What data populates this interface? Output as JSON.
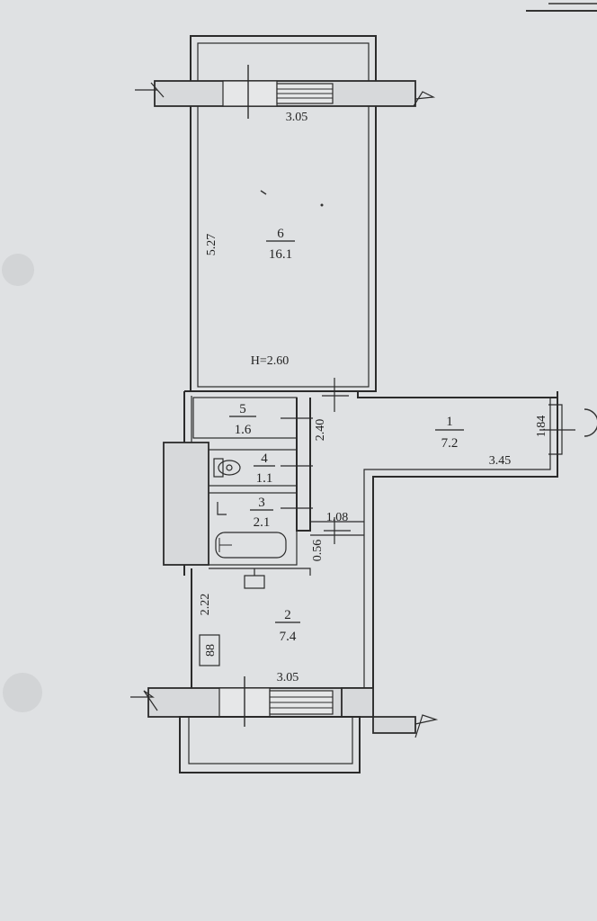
{
  "plan": {
    "height_note": "H=2.60",
    "rooms": [
      {
        "number": "6",
        "area": "16.1"
      },
      {
        "number": "5",
        "area": "1.6"
      },
      {
        "number": "4",
        "area": "1.1"
      },
      {
        "number": "3",
        "area": "2.1"
      },
      {
        "number": "1",
        "area": "7.2"
      },
      {
        "number": "2",
        "area": "7.4"
      }
    ],
    "dimensions": {
      "top_width": "3.05",
      "room6_length": "5.27",
      "hall_length": "2.40",
      "room1_width": "3.45",
      "room1_depth": "1.84",
      "hall_width": "1.08",
      "passage": "0.56",
      "kitchen_length": "2.22",
      "bottom_width": "3.05"
    },
    "stove_glyph": "88"
  }
}
